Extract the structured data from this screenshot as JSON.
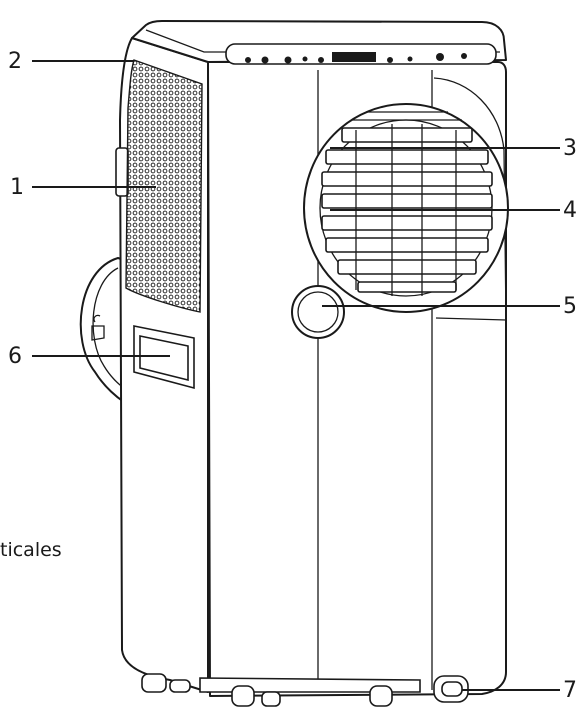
{
  "callouts": [
    {
      "id": "1",
      "label": "1"
    },
    {
      "id": "2",
      "label": "2"
    },
    {
      "id": "3",
      "label": "3"
    },
    {
      "id": "4",
      "label": "4"
    },
    {
      "id": "5",
      "label": "5"
    },
    {
      "id": "6",
      "label": "6"
    },
    {
      "id": "7",
      "label": "7"
    }
  ],
  "fragment_text": "ticales",
  "colors": {
    "line": "#1a1a1a",
    "background": "#ffffff"
  }
}
